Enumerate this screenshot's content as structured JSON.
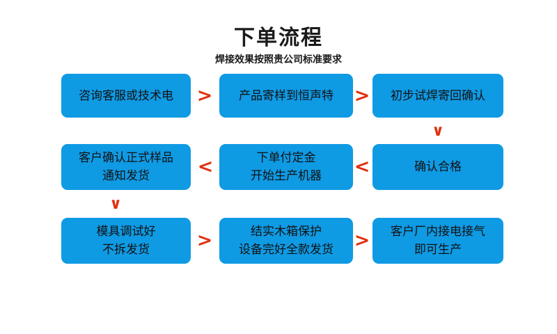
{
  "header": {
    "title": "下单流程",
    "subtitle": "焊接效果按照贵公司标准要求"
  },
  "colors": {
    "node_fill": "#0f9ae4",
    "arrow": "#e0300f",
    "text": "#121212",
    "background": "#ffffff"
  },
  "flow": {
    "rows": [
      {
        "nodes": [
          {
            "lines": [
              "咨询客服或技术电"
            ]
          },
          {
            "lines": [
              "产品寄样到恒声特"
            ]
          },
          {
            "lines": [
              "初步试焊寄回确认"
            ]
          }
        ],
        "connectors": [
          ">",
          ">"
        ]
      },
      {
        "nodes": [
          {
            "lines": [
              "客户确认正式样品",
              "通知发货"
            ]
          },
          {
            "lines": [
              "下单付定金",
              "开始生产机器"
            ]
          },
          {
            "lines": [
              "确认合格"
            ]
          }
        ],
        "connectors": [
          "<",
          "<"
        ]
      },
      {
        "nodes": [
          {
            "lines": [
              "模具调试好",
              "不拆发货"
            ]
          },
          {
            "lines": [
              "结实木箱保护",
              "设备完好全款发货"
            ]
          },
          {
            "lines": [
              "客户厂内接电接气",
              "即可生产"
            ]
          }
        ],
        "connectors": [
          ">",
          ">"
        ]
      }
    ],
    "vertical_connectors": {
      "right_row1_to_row2": "∨",
      "left_row2_to_row3": "∨"
    }
  }
}
